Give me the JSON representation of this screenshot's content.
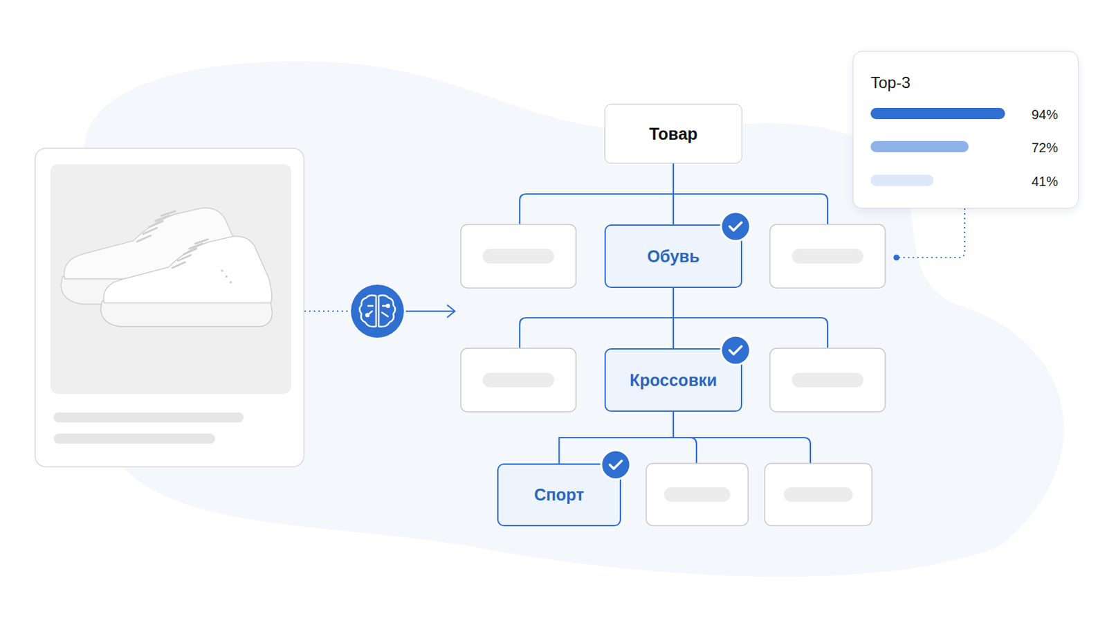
{
  "diagram": {
    "nodes": [
      {
        "text": [
          "Товар"
        ]
      },
      {
        "text": [
          "Обувь"
        ]
      },
      {
        "text": [
          "Кроссовки"
        ]
      },
      {
        "text": [
          "Спорт"
        ]
      },
      {
        "text": [
          "Top-3",
          "94%",
          "72%",
          "41%"
        ]
      }
    ],
    "edges": [
      {
        "from": 0,
        "to": 1,
        "arrow": "none"
      },
      {
        "from": 1,
        "to": 2,
        "arrow": "none"
      },
      {
        "from": 2,
        "to": 3,
        "arrow": "none"
      }
    ]
  }
}
